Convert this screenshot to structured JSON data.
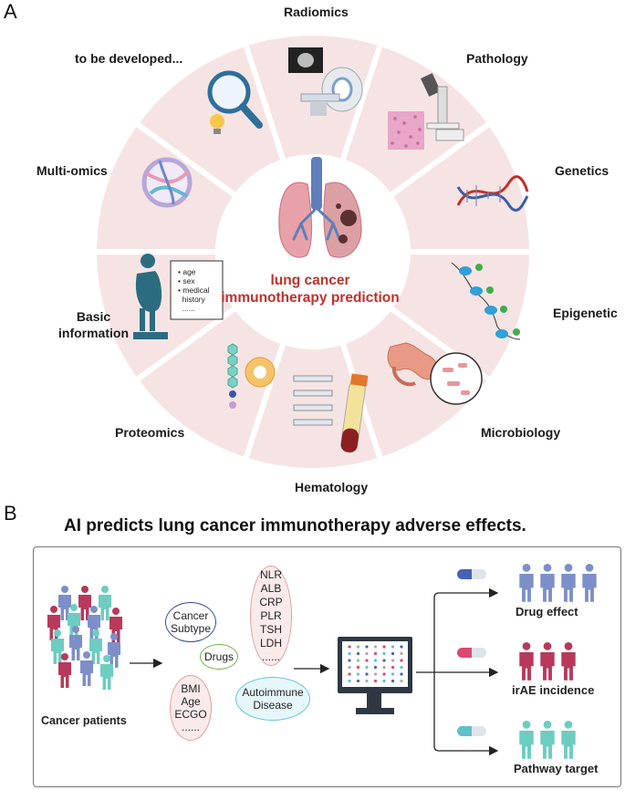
{
  "panel_a": {
    "letter": "A",
    "center_title_line1": "lung cancer",
    "center_title_line2": "immunotherapy prediction",
    "segments": [
      {
        "id": "radiomics",
        "label": "Radiomics"
      },
      {
        "id": "pathology",
        "label": "Pathology"
      },
      {
        "id": "genetics",
        "label": "Genetics"
      },
      {
        "id": "epigenetic",
        "label": "Epigenetic"
      },
      {
        "id": "microbiology",
        "label": "Microbiology"
      },
      {
        "id": "hematology",
        "label": "Hematology"
      },
      {
        "id": "proteomics",
        "label": "Proteomics"
      },
      {
        "id": "basic",
        "label_line1": "Basic",
        "label_line2": "information"
      },
      {
        "id": "multiomics",
        "label": "Multi-omics"
      },
      {
        "id": "future",
        "label": "to be developed..."
      }
    ],
    "basic_card": {
      "items": [
        "age",
        "sex",
        "medical",
        "history"
      ],
      "ellipsis": "......"
    }
  },
  "panel_b": {
    "letter": "B",
    "headline": "AI predicts lung cancer immunotherapy adverse effects.",
    "patients_label": "Cancer patients",
    "features": {
      "cancer_subtype": [
        "Cancer",
        "Subtype"
      ],
      "drugs": "Drugs",
      "clinical": [
        "BMI",
        "Age",
        "ECGO",
        "......"
      ],
      "labs": [
        "NLR",
        "ALB",
        "CRP",
        "PLR",
        "TSH",
        "LDH",
        "......"
      ],
      "autoimmune": [
        "Autoimmune",
        "Disease"
      ]
    },
    "outputs": [
      {
        "label": "Drug effect",
        "color": "#7d8fc9"
      },
      {
        "label": "irAE incidence",
        "color": "#b8395b"
      },
      {
        "label": "Pathway target",
        "color": "#6ccdc0"
      }
    ]
  },
  "colors": {
    "segment": "#f6e4e4",
    "title_red": "#c0302b",
    "arrow": "#222222"
  }
}
